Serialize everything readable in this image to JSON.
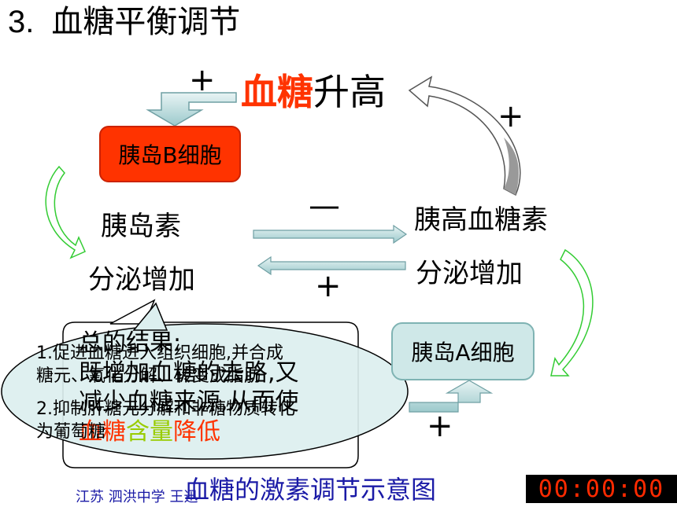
{
  "title": {
    "number": "3.",
    "text": "血糖平衡调节"
  },
  "glucose_high": {
    "part1": "血糖",
    "part2": "升高"
  },
  "signs": {
    "plus": "+",
    "minus": "—"
  },
  "b_cell": "胰岛B细胞",
  "insulin": "胰岛素",
  "glucagon": "胰高血糖素",
  "secretion_increase": "分泌增加",
  "a_cell": "胰岛A细胞",
  "bubble": {
    "line1": "总的结果:",
    "line2": "既增加血糖的去路,又",
    "line3": "减少血糖来源,从而使",
    "line4_red1": "血糖",
    "line4_green": "含量",
    "line4_red2": "降低"
  },
  "overlay": {
    "item1": "1.促进血糖进入组织细胞,并合成",
    "item1b": "糖元、氧化分解、转变成脂肪",
    "item2": "2.抑制肝糖元分解和非糖物质转化",
    "item2b": "为葡萄糖"
  },
  "caption": "血糖的激素调节示意图",
  "footer": "江苏 泗洪中学 王迅",
  "timer": "00:00:00",
  "colors": {
    "red": "#ff3300",
    "teal": "#cfe8e8",
    "green": "#33cc33",
    "caption": "#1a1aa6"
  }
}
